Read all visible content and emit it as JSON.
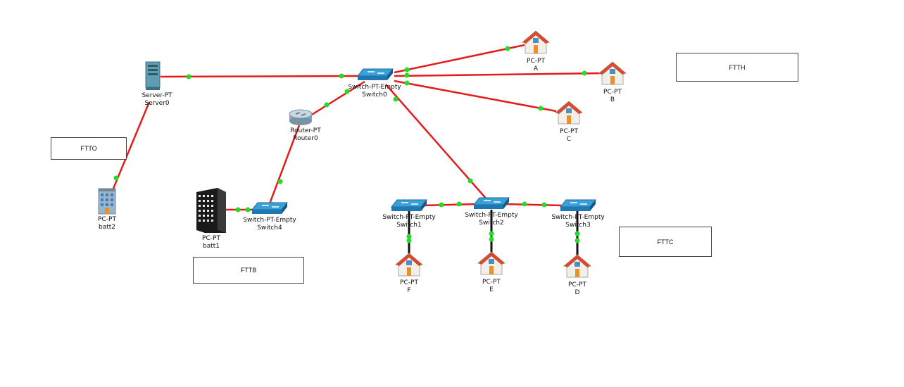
{
  "colors": {
    "link": "#e31b1b",
    "copper": "#111111",
    "port": "#22dd22"
  },
  "devices": {
    "server0": {
      "type": "Server-PT",
      "name": "Server0"
    },
    "switch0": {
      "type": "Switch-PT-Empty",
      "name": "Switch0"
    },
    "router0": {
      "type": "Router-PT",
      "name": "Router0"
    },
    "switch4": {
      "type": "Switch-PT-Empty",
      "name": "Switch4"
    },
    "switch1": {
      "type": "Switch-PT-Empty",
      "name": "Switch1"
    },
    "switch2": {
      "type": "Switch-PT-Empty",
      "name": "Switch2"
    },
    "switch3": {
      "type": "Switch-PT-Empty",
      "name": "Switch3"
    },
    "pc_a": {
      "type": "PC-PT",
      "name": "A",
      "icon": "house-icon"
    },
    "pc_b": {
      "type": "PC-PT",
      "name": "B",
      "icon": "house-icon"
    },
    "pc_c": {
      "type": "PC-PT",
      "name": "C",
      "icon": "house-icon"
    },
    "pc_f": {
      "type": "PC-PT",
      "name": "F",
      "icon": "house-icon"
    },
    "pc_e": {
      "type": "PC-PT",
      "name": "E",
      "icon": "house-icon"
    },
    "pc_d": {
      "type": "PC-PT",
      "name": "D",
      "icon": "house-icon"
    },
    "batt2": {
      "type": "PC-PT",
      "name": "batt2",
      "icon": "apartment-building-icon"
    },
    "batt1": {
      "type": "PC-PT",
      "name": "batt1",
      "icon": "office-tower-icon"
    }
  },
  "notes": {
    "ftto": "FTTO",
    "ftth": "FTTH",
    "fttb": "FTTB",
    "fttc": "FTTC"
  }
}
